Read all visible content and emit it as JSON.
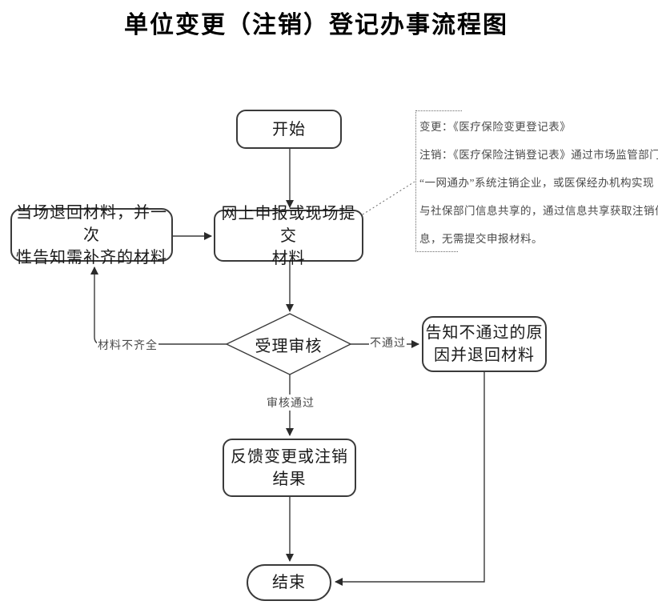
{
  "title": "单位变更（注销）登记办事流程图",
  "nodes": {
    "start": {
      "lines": [
        "开始"
      ]
    },
    "submit": {
      "lines": [
        "网上申报或现场提交",
        "材料"
      ]
    },
    "return_materials": {
      "lines": [
        "当场退回材料，并一次",
        "性告知需补齐的材料"
      ]
    },
    "review": {
      "lines": [
        "受理审核"
      ]
    },
    "notify_failure": {
      "lines": [
        "告知不通过的原",
        "因并退回材料"
      ]
    },
    "feedback_result": {
      "lines": [
        "反馈变更或注销",
        "结果"
      ]
    },
    "end": {
      "lines": [
        "结束"
      ]
    }
  },
  "edge_labels": {
    "materials_incomplete": "材料不齐全",
    "not_passed": "不通过",
    "review_passed": "审核通过"
  },
  "note": {
    "lines": [
      "变更：《医疗保险变更登记表》",
      "注销：《医疗保险注销登记表》通过市场监管部门",
      "“一网通办”系统注销企业，或医保经办机构实现",
      "与社保部门信息共享的，通过信息共享获取注销信",
      "息，无需提交申报材料。"
    ]
  },
  "colors": {
    "background": "#ffffff",
    "line": "#3a3a3a",
    "node_border": "#3a3a3a",
    "title_text": "#000000",
    "note_text": "#4a4a4a"
  }
}
